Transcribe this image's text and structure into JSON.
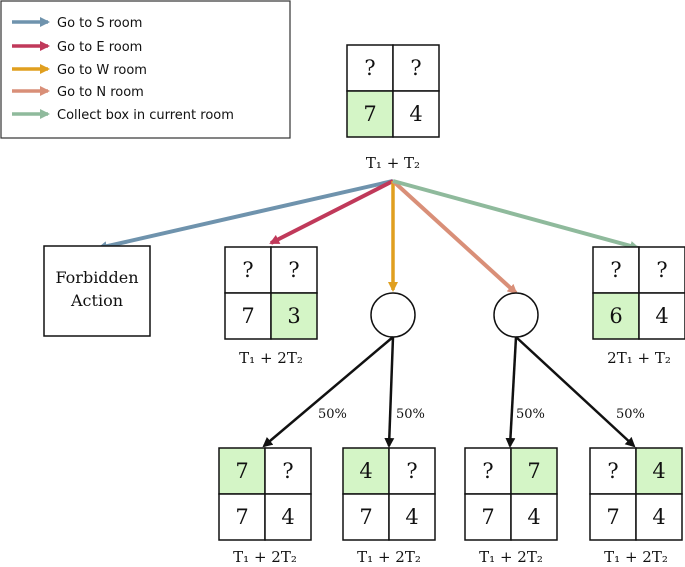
{
  "legend": [
    {
      "label": "Go to S room",
      "color": "#6f93ad"
    },
    {
      "label": "Go to E room",
      "color": "#c0395a"
    },
    {
      "label": "Go to W room",
      "color": "#e09f1f"
    },
    {
      "label": "Go to N room",
      "color": "#d98f78"
    },
    {
      "label": "Collect box in current room",
      "color": "#8fba9c"
    }
  ],
  "highlight_color": "#d4f5c6",
  "root": {
    "cells": [
      "?",
      "?",
      "7",
      "4"
    ],
    "highlight": 2,
    "time": "T₁ + T₂"
  },
  "forbidden_label": [
    "Forbidden",
    "Action"
  ],
  "east": {
    "cells": [
      "?",
      "?",
      "7",
      "3"
    ],
    "highlight": 3,
    "time": "T₁ + 2T₂"
  },
  "collect": {
    "cells": [
      "?",
      "?",
      "6",
      "4"
    ],
    "highlight": 2,
    "time": "2T₁ + T₂"
  },
  "probabilities": [
    "50%",
    "50%",
    "50%",
    "50%"
  ],
  "leaves": [
    {
      "cells": [
        "7",
        "?",
        "7",
        "4"
      ],
      "highlight": 0,
      "time": "T₁ + 2T₂"
    },
    {
      "cells": [
        "4",
        "?",
        "7",
        "4"
      ],
      "highlight": 0,
      "time": "T₁ + 2T₂"
    },
    {
      "cells": [
        "?",
        "7",
        "7",
        "4"
      ],
      "highlight": 1,
      "time": "T₁ + 2T₂"
    },
    {
      "cells": [
        "?",
        "4",
        "7",
        "4"
      ],
      "highlight": 1,
      "time": "T₁ + 2T₂"
    }
  ]
}
